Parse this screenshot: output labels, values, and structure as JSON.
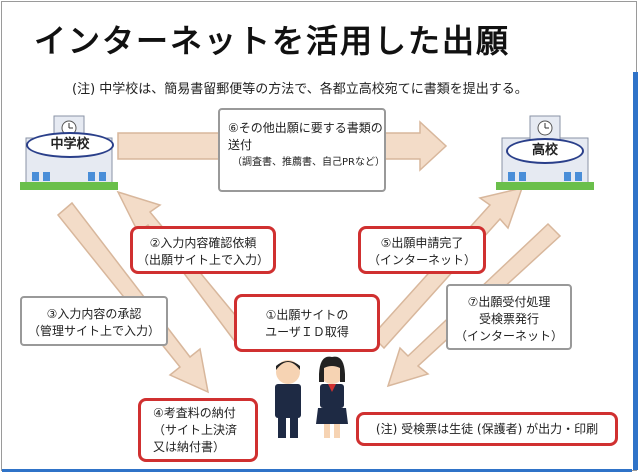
{
  "title": "インターネットを活用した出願",
  "note_top": "(注) 中学校は、簡易書留郵便等の方法で、各都立高校宛てに書類を提出する。",
  "nodes": {
    "junior_high": "中学校",
    "high_school": "高校"
  },
  "steps": {
    "s1": [
      "①出願サイトの",
      "ユーザＩＤ取得"
    ],
    "s2": [
      "②入力内容確認依頼",
      "（出願サイト上で入力）"
    ],
    "s3": [
      "③入力内容の承認",
      "（管理サイト上で入力）"
    ],
    "s4": [
      "④考査料の納付",
      "（サイト上決済",
      "又は納付書）"
    ],
    "s5": [
      "⑤出願申請完了",
      "（インターネット）"
    ],
    "s6": [
      "⑥その他出願に要する書類の",
      "送付",
      "（調査書、推薦書、自己PRなど）"
    ],
    "s7": [
      "⑦出願受付処理",
      "受検票発行",
      "（インターネット）"
    ]
  },
  "note_bottom": "(注) 受検票は生徒 (保護者) が出力・印刷",
  "colors": {
    "accent_red": "#d03030",
    "arrow_fill": "#f3dcc8",
    "arrow_stroke": "#d8b79c",
    "blue": "#2f73c8"
  }
}
